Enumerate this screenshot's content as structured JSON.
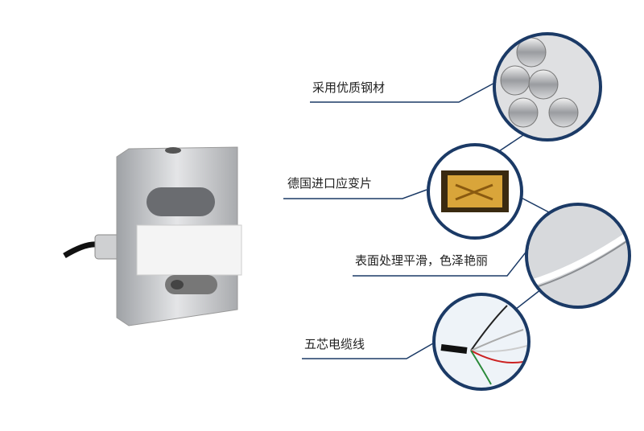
{
  "features": [
    {
      "label": "采用优质钢材",
      "icon": "steel-bars-icon"
    },
    {
      "label": "德国进口应变片",
      "icon": "strain-gauge-icon"
    },
    {
      "label": "表面处理平滑，色泽艳丽",
      "icon": "smooth-surface-icon"
    },
    {
      "label": "五芯电缆线",
      "icon": "five-core-cable-icon"
    }
  ],
  "colors": {
    "line": "#1b3a66",
    "metal": "#c8c9cc"
  }
}
